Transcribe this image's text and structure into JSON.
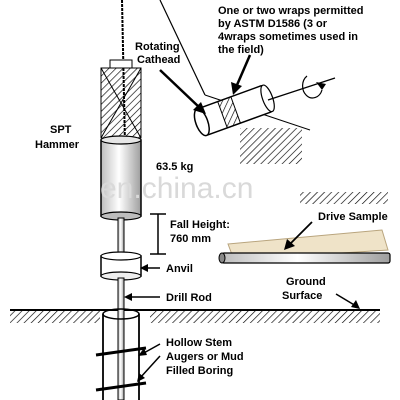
{
  "labels": {
    "wraps_line1": "One or two wraps permitted",
    "wraps_line2": "by ASTM D1586 (3 or",
    "wraps_line3": "4wraps sometimes used in",
    "wraps_line4": "the field)",
    "cathead_line1": "Rotating",
    "cathead_line2": "Cathead",
    "hammer_line1": "SPT",
    "hammer_line2": "Hammer",
    "mass": "63.5 kg",
    "fall_line1": "Fall Height:",
    "fall_line2": "760 mm",
    "anvil": "Anvil",
    "drill_rod": "Drill Rod",
    "drive_sample": "Drive Sample",
    "ground_line1": "Ground",
    "ground_line2": "Surface",
    "hollow_line1": "Hollow Stem",
    "hollow_line2": "Augers or Mud",
    "hollow_line3": "Filled Boring"
  },
  "watermark": "en.china.cn",
  "colors": {
    "line": "#000000",
    "sample_fill": "#efe3c8",
    "hammer_fill": "#d8d8d8",
    "hatch": "#000000",
    "watermark": "#d9d9d9"
  }
}
